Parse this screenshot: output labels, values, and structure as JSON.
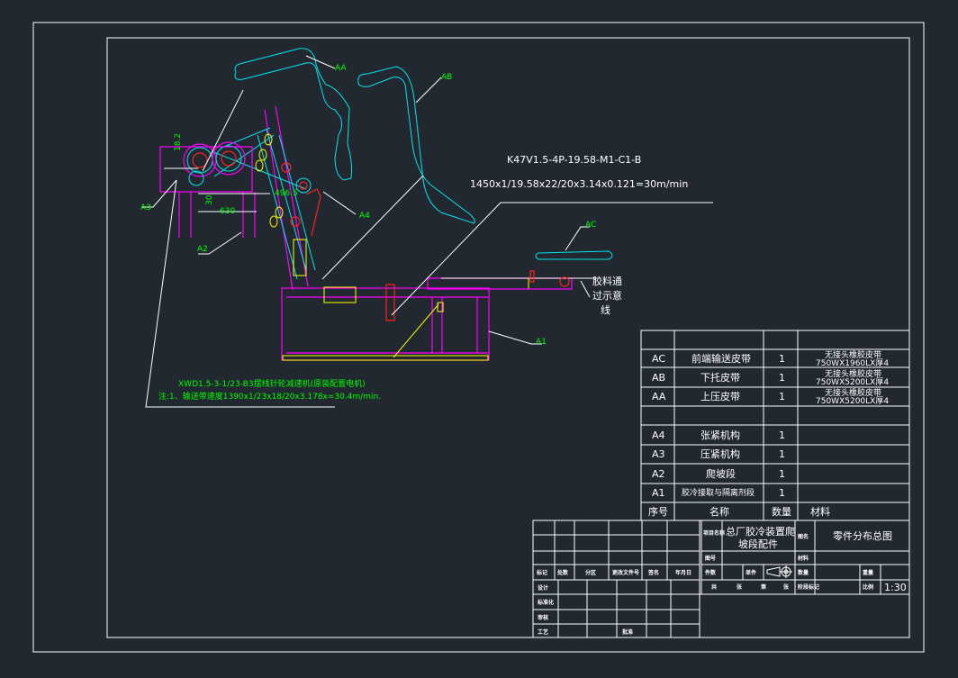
{
  "drawing": {
    "motor_spec_line1": "K47V1.5-4P-19.58-M1-C1-B",
    "motor_spec_line2": "1450x1/19.58x22/20x3.14x0.121=30m/min",
    "note_line1": "XWD1.5-3-1/23-B3摆线针轮减速机(原装配置电机)",
    "note_line2": "注:1、输送带速度1390x1/23x18/20x3.178x=30.4m/min.",
    "flow_label": [
      "胶料通",
      "过示意",
      "线"
    ],
    "dimensions": {
      "d1": "18.2",
      "d2": "30",
      "d3": "630",
      "d4": "496.5"
    },
    "callouts": [
      "AA",
      "AB",
      "AC",
      "A1",
      "A2",
      "A3",
      "A4"
    ]
  },
  "parts_table": {
    "headers": {
      "no": "序号",
      "name": "名称",
      "qty": "数量",
      "material": "材料"
    },
    "rows": [
      {
        "no": "AC",
        "name": "前端输送皮带",
        "qty": "1",
        "material": [
          "无接头橡胶皮带",
          "750WX1960LX厚4"
        ]
      },
      {
        "no": "AB",
        "name": "下托皮带",
        "qty": "1",
        "material": [
          "无接头橡胶皮带",
          "750WX5200LX厚4"
        ]
      },
      {
        "no": "AA",
        "name": "上压皮带",
        "qty": "1",
        "material": [
          "无接头橡胶皮带",
          "750WX5200LX厚4"
        ]
      },
      {
        "no": "",
        "name": "",
        "qty": "",
        "material": [
          "",
          ""
        ]
      },
      {
        "no": "A4",
        "name": "张紧机构",
        "qty": "1",
        "material": [
          "",
          ""
        ]
      },
      {
        "no": "A3",
        "name": "压紧机构",
        "qty": "1",
        "material": [
          "",
          ""
        ]
      },
      {
        "no": "A2",
        "name": "爬坡段",
        "qty": "1",
        "material": [
          "",
          ""
        ]
      },
      {
        "no": "A1",
        "name": "胶冷接取与隔离剂段",
        "qty": "1",
        "material": [
          "",
          ""
        ]
      }
    ]
  },
  "title_block": {
    "project_label": "项目名称",
    "project_name": [
      "总厂胶冷装置爬",
      "坡段配件"
    ],
    "drawing_name_label": "图名",
    "drawing_name": "零件分布总图",
    "scale_label": "比例",
    "scale": "1:30",
    "change_headers": [
      "标记",
      "处数",
      "分区",
      "更改文件号",
      "签名",
      "年月日"
    ],
    "sign_rows": [
      "设计",
      "标准化",
      "审核",
      "工艺"
    ],
    "approve_label": "批准",
    "material_label": "材料",
    "drawing_no_label": "图号",
    "stage_label": "阶段标记",
    "weight_label": "重量",
    "sheet_labels": [
      "共",
      "张",
      "第",
      "张"
    ],
    "count_label": "件数",
    "qty_label": "数量",
    "unit_label": "单件"
  }
}
